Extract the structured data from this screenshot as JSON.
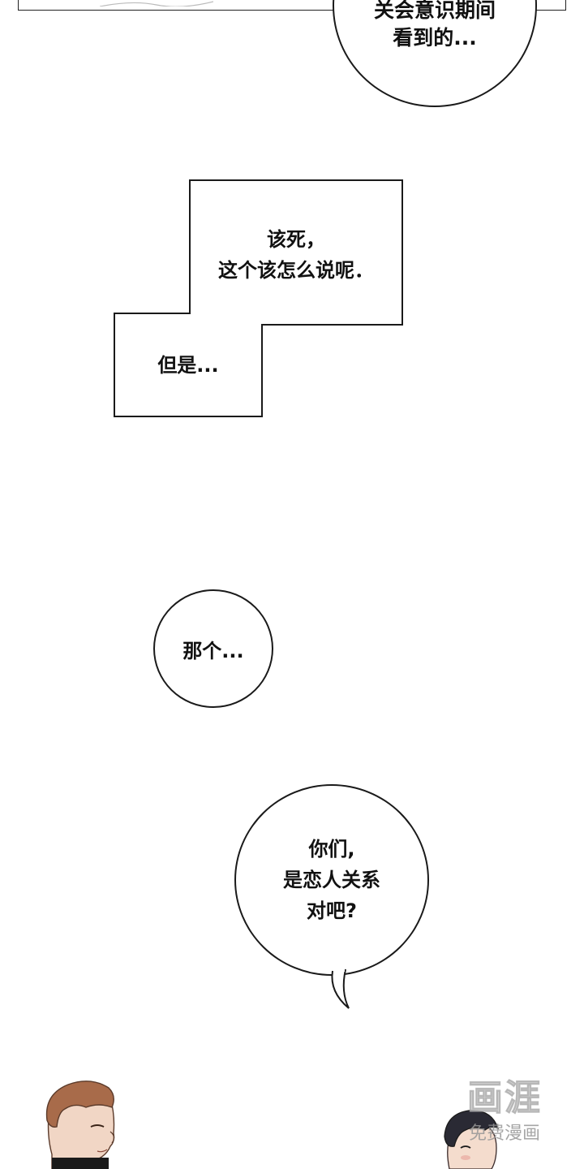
{
  "bubbles": {
    "top": {
      "line1": "关会意识期间",
      "line2": "看到的..."
    },
    "small": "那个...",
    "large": {
      "line1": "你们,",
      "line2": "是恋人关系",
      "line3": "对吧?"
    }
  },
  "narration": {
    "line1": "该死，",
    "line2": "这个该怎么说呢．",
    "line3": "但是..."
  },
  "watermark": {
    "title": "画涯",
    "subtitle": "免费漫画"
  }
}
